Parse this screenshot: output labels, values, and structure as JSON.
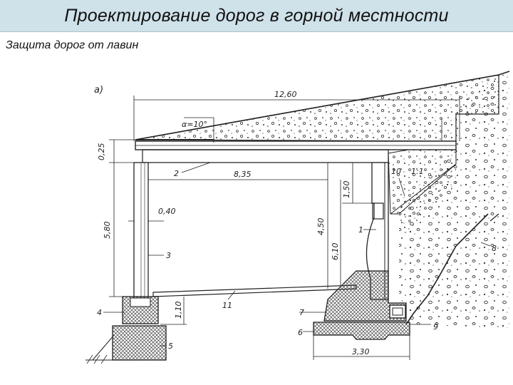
{
  "slide": {
    "title": "Проектирование дорог в горной местности",
    "subtitle": "Защита дорог от лавин"
  },
  "drawing": {
    "panel_letter": "а)",
    "dimensions": {
      "total_span": "12,60",
      "slab_thickness": "0,25",
      "inner_span": "8,35",
      "clear_height": "4,50",
      "wall_height": "5,80",
      "wall_thickness": "0,40",
      "bracket_height": "1,50",
      "pier_height": "6,10",
      "footing_height": "1,10",
      "base_width": "3,30",
      "roof_angle": "α=10°",
      "slope_ratio": "1:1"
    },
    "callouts": [
      "1",
      "2",
      "3",
      "4",
      "5",
      "6",
      "7",
      "8",
      "9",
      "10",
      "11"
    ]
  },
  "colors": {
    "title_bar": "#cfe1e9",
    "ink": "#222222"
  }
}
